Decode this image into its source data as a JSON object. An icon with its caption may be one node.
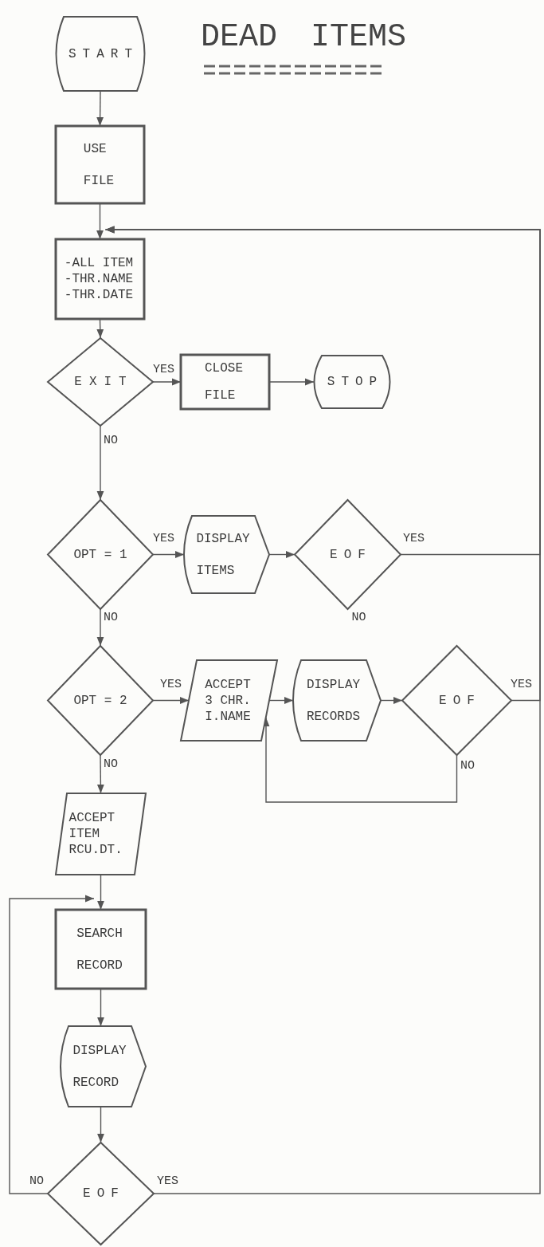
{
  "diagram": {
    "title": "DEAD ITEMS",
    "nodes": [
      {
        "text": [
          "START"
        ]
      },
      {
        "text": [
          "USE FILE"
        ]
      },
      {
        "text": [
          "-ALL ITEM -THR.NAME -THR.DATE"
        ]
      },
      {
        "text": [
          "EXIT"
        ]
      },
      {
        "text": [
          "CLOSE FILE"
        ]
      },
      {
        "text": [
          "STOP"
        ]
      },
      {
        "text": [
          "OPT = 1"
        ]
      },
      {
        "text": [
          "DISPLAY ITEMS"
        ]
      },
      {
        "text": [
          "EOF"
        ],
        "beside": [
          "NO"
        ]
      },
      {
        "text": [
          "OPT = 2"
        ]
      },
      {
        "text": [
          "ACCEPT 3 CHR. I.NAME"
        ]
      },
      {
        "text": [
          "DISPLAY RECORDS"
        ]
      },
      {
        "text": [
          "EOF"
        ]
      },
      {
        "text": [
          "ACCEPT ITEM RCU.DT."
        ]
      },
      {
        "text": [
          "SEARCH RECORD"
        ]
      },
      {
        "text": [
          "DISPLAY RECORD"
        ]
      },
      {
        "text": [
          "EOF"
        ]
      }
    ],
    "edges": [
      {
        "from": 0,
        "to": 1,
        "arrow": "to"
      },
      {
        "from": 1,
        "to": 2,
        "arrow": "to"
      },
      {
        "from": 2,
        "to": 3,
        "arrow": "to"
      },
      {
        "from": 3,
        "to": 4,
        "arrow": "to",
        "label": "YES"
      },
      {
        "from": 4,
        "to": 5,
        "arrow": "to"
      },
      {
        "from": 3,
        "to": 6,
        "arrow": "to",
        "label": "NO"
      },
      {
        "from": 6,
        "to": 7,
        "arrow": "to",
        "label": "YES"
      },
      {
        "from": 7,
        "to": 8,
        "arrow": "to"
      },
      {
        "from": 8,
        "to": 2,
        "arrow": "to",
        "label": "YES"
      },
      {
        "from": 6,
        "to": 9,
        "arrow": "to",
        "label": "NO"
      },
      {
        "from": 9,
        "to": 10,
        "arrow": "to",
        "label": "YES"
      },
      {
        "from": 10,
        "to": 11,
        "arrow": "to"
      },
      {
        "from": 11,
        "to": 12,
        "arrow": "to"
      },
      {
        "from": 12,
        "to": 2,
        "arrow": "to",
        "label": "YES"
      },
      {
        "from": 12,
        "to": 10,
        "arrow": "to",
        "label": "NO"
      },
      {
        "from": 9,
        "to": 13,
        "arrow": "to",
        "label": "NO"
      },
      {
        "from": 13,
        "to": 14,
        "arrow": "to"
      },
      {
        "from": 14,
        "to": 15,
        "arrow": "to"
      },
      {
        "from": 15,
        "to": 16,
        "arrow": "to"
      },
      {
        "from": 16,
        "to": 14,
        "arrow": "to",
        "label": "NO"
      },
      {
        "from": 16,
        "to": 2,
        "arrow": "to",
        "label": "YES"
      }
    ]
  }
}
